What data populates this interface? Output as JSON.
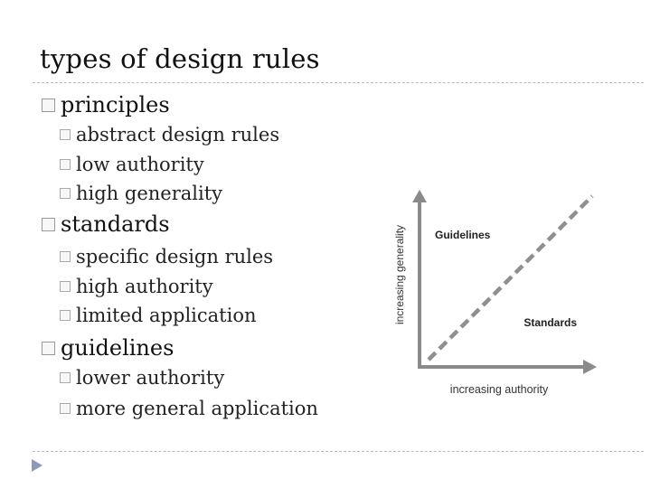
{
  "slide": {
    "title": "types of design rules",
    "sections": [
      {
        "label": "principles",
        "items": [
          "abstract design rules",
          "low authority",
          "high generality"
        ]
      },
      {
        "label": "standards",
        "items": [
          "specific design rules",
          "high authority",
          "limited application"
        ]
      },
      {
        "label": "guidelines",
        "items": [
          "lower authority",
          "more general application"
        ]
      }
    ]
  },
  "diagram": {
    "y_axis_label": "increasing generality",
    "x_axis_label": "increasing authority",
    "guidelines_label": "Guidelines",
    "standards_label": "Standards"
  },
  "colors": {
    "axis": "#8a8a8a",
    "dash": "#8f8f8f",
    "rule": "#b9b9b9",
    "nav": "#8a9bb8"
  },
  "icons": {
    "bullet": "checkbox-bullet-icon",
    "nav": "triangle-nav-icon"
  }
}
